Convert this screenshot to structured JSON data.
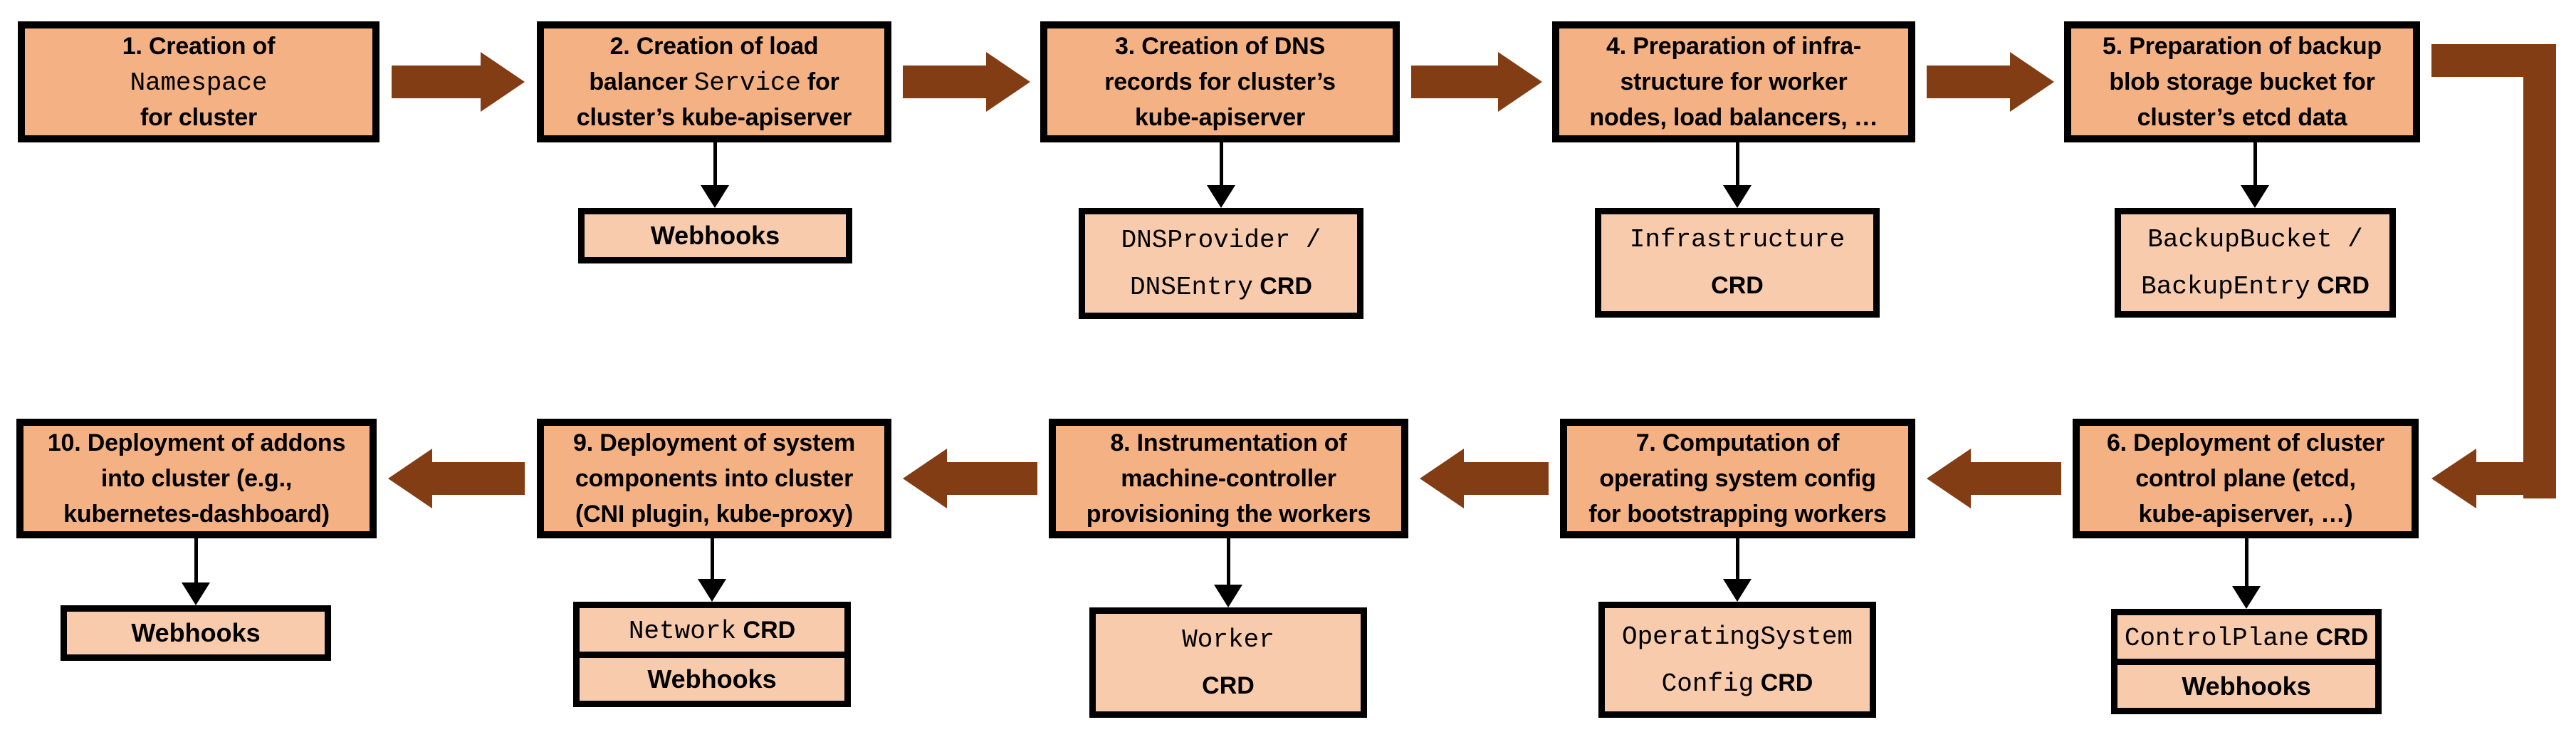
{
  "colors": {
    "box_fill": "#F4B183",
    "sub_fill": "#F8CBAD",
    "arrow": "#833D14",
    "border": "#000000",
    "background": "#FFFFFF"
  },
  "steps": [
    {
      "name": "step-1",
      "title_lines": [
        [
          {
            "t": "1. Creation of"
          }
        ],
        [
          {
            "t": "Namespace",
            "mono": true
          }
        ],
        [
          {
            "t": "for cluster"
          }
        ]
      ],
      "sub": null
    },
    {
      "name": "step-2",
      "title_lines": [
        [
          {
            "t": "2. Creation of load"
          }
        ],
        [
          {
            "t": "balancer "
          },
          {
            "t": "Service",
            "mono": true
          },
          {
            "t": " for"
          }
        ],
        [
          {
            "t": "cluster’s kube-apiserver"
          }
        ]
      ],
      "sub": {
        "cells": [
          {
            "lines": [
              [
                {
                  "t": "Webhooks",
                  "b": true
                }
              ]
            ]
          }
        ]
      }
    },
    {
      "name": "step-3",
      "title_lines": [
        [
          {
            "t": "3. Creation of DNS"
          }
        ],
        [
          {
            "t": "records for cluster’s"
          }
        ],
        [
          {
            "t": "kube-apiserver"
          }
        ]
      ],
      "sub": {
        "cells": [
          {
            "lines": [
              [
                {
                  "t": "DNSProvider /",
                  "mono": true
                }
              ],
              [
                {
                  "t": "DNSEntry",
                  "mono": true
                },
                {
                  "t": " CRD",
                  "crd": true
                }
              ]
            ]
          }
        ]
      }
    },
    {
      "name": "step-4",
      "title_lines": [
        [
          {
            "t": "4. Preparation of infra-"
          }
        ],
        [
          {
            "t": "structure for worker"
          }
        ],
        [
          {
            "t": "nodes, load balancers, …"
          }
        ]
      ],
      "sub": {
        "cells": [
          {
            "lines": [
              [
                {
                  "t": "Infrastructure",
                  "mono": true
                }
              ],
              [
                {
                  "t": "CRD",
                  "crd": true
                }
              ]
            ]
          }
        ]
      }
    },
    {
      "name": "step-5",
      "title_lines": [
        [
          {
            "t": "5. Preparation of backup"
          }
        ],
        [
          {
            "t": "blob storage bucket for"
          }
        ],
        [
          {
            "t": "cluster’s etcd data"
          }
        ]
      ],
      "sub": {
        "cells": [
          {
            "lines": [
              [
                {
                  "t": "BackupBucket /",
                  "mono": true
                }
              ],
              [
                {
                  "t": "BackupEntry",
                  "mono": true
                },
                {
                  "t": " CRD",
                  "crd": true
                }
              ]
            ]
          }
        ]
      }
    },
    {
      "name": "step-6",
      "title_lines": [
        [
          {
            "t": "6. Deployment of cluster"
          }
        ],
        [
          {
            "t": "control plane (etcd,"
          }
        ],
        [
          {
            "t": "kube-apiserver, …)"
          }
        ]
      ],
      "sub": {
        "cells": [
          {
            "lines": [
              [
                {
                  "t": "ControlPlane",
                  "mono": true
                },
                {
                  "t": " CRD",
                  "crd": true
                }
              ]
            ]
          },
          {
            "lines": [
              [
                {
                  "t": "Webhooks",
                  "b": true
                }
              ]
            ]
          }
        ]
      }
    },
    {
      "name": "step-7",
      "title_lines": [
        [
          {
            "t": "7. Computation of"
          }
        ],
        [
          {
            "t": "operating system config"
          }
        ],
        [
          {
            "t": "for bootstrapping workers"
          }
        ]
      ],
      "sub": {
        "cells": [
          {
            "lines": [
              [
                {
                  "t": "OperatingSystem",
                  "mono": true
                }
              ],
              [
                {
                  "t": "Config",
                  "mono": true
                },
                {
                  "t": " CRD",
                  "crd": true
                }
              ]
            ]
          }
        ]
      }
    },
    {
      "name": "step-8",
      "title_lines": [
        [
          {
            "t": "8. Instrumentation of"
          }
        ],
        [
          {
            "t": "machine-controller"
          }
        ],
        [
          {
            "t": "provisioning the workers"
          }
        ]
      ],
      "sub": {
        "cells": [
          {
            "lines": [
              [
                {
                  "t": "Worker",
                  "mono": true
                }
              ],
              [
                {
                  "t": "CRD",
                  "crd": true
                }
              ]
            ]
          }
        ]
      }
    },
    {
      "name": "step-9",
      "title_lines": [
        [
          {
            "t": "9. Deployment of system"
          }
        ],
        [
          {
            "t": "components into cluster"
          }
        ],
        [
          {
            "t": "(CNI plugin, kube-proxy)"
          }
        ]
      ],
      "sub": {
        "cells": [
          {
            "lines": [
              [
                {
                  "t": "Network",
                  "mono": true
                },
                {
                  "t": " CRD",
                  "crd": true
                }
              ]
            ]
          },
          {
            "lines": [
              [
                {
                  "t": "Webhooks",
                  "b": true
                }
              ]
            ]
          }
        ]
      }
    },
    {
      "name": "step-10",
      "title_lines": [
        [
          {
            "t": "10. Deployment of addons"
          }
        ],
        [
          {
            "t": "into cluster (e.g.,"
          }
        ],
        [
          {
            "t": "kubernetes-dashboard)"
          }
        ]
      ],
      "sub": {
        "cells": [
          {
            "lines": [
              [
                {
                  "t": "Webhooks",
                  "b": true
                }
              ]
            ]
          }
        ]
      }
    }
  ]
}
